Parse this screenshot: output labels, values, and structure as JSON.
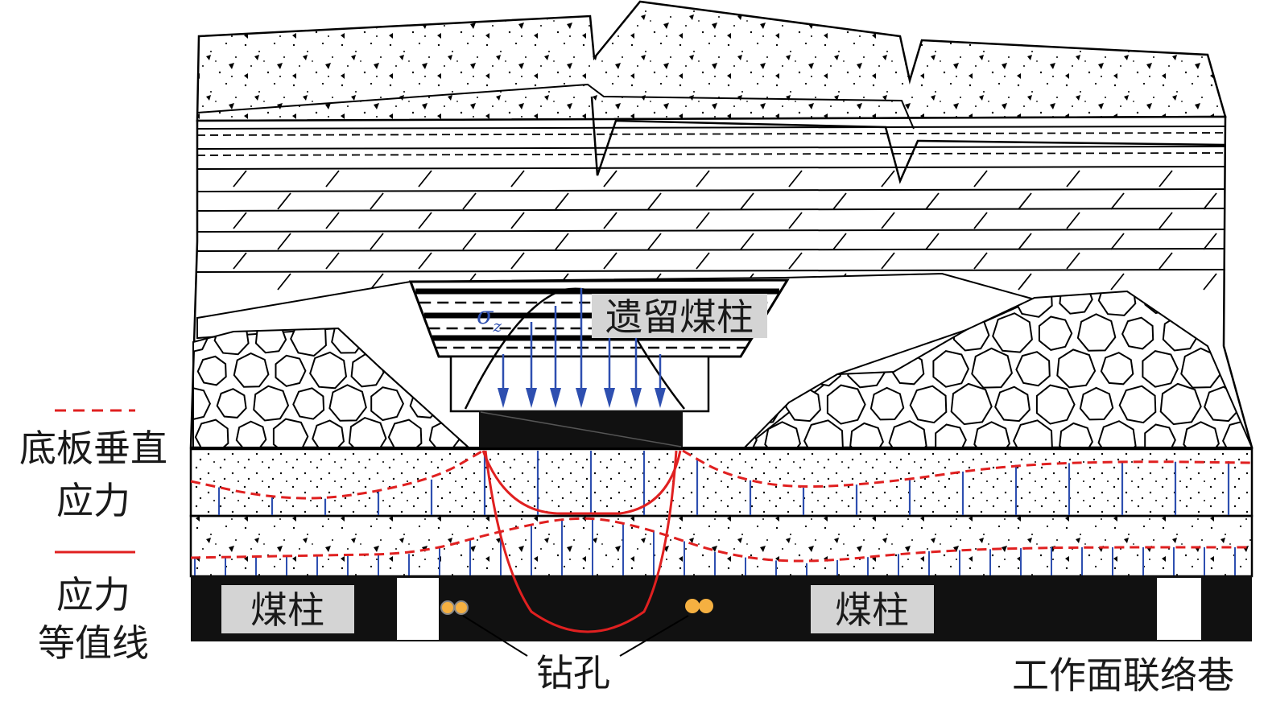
{
  "diagram": {
    "pillar_label": "遗留煤柱",
    "stress_symbol": "σ",
    "stress_subscript": "z",
    "coal_pillar_left": "煤柱",
    "coal_pillar_right": "煤柱",
    "borehole_label": "钻孔",
    "roadway_label": "工作面联络巷"
  },
  "legend": {
    "dashed_line_label_1": "底板垂直",
    "dashed_line_label_2": "应力",
    "solid_line_label_1": "应力",
    "solid_line_label_2": "等值线"
  },
  "colors": {
    "stress_contour": "#e02020",
    "stress_arrows": "#2e4fb0",
    "borehole": "#f5b041",
    "label_box": "#d4d4d4"
  }
}
